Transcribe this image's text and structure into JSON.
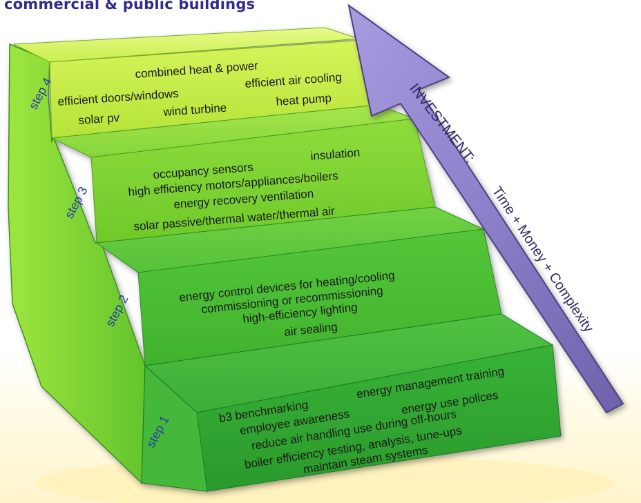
{
  "header": {
    "title": "commercial & public buildings"
  },
  "steps": [
    {
      "label": "step 4",
      "items": [
        "combined heat & power",
        "efficient doors/windows",
        "efficient air cooling",
        "solar pv",
        "wind turbine",
        "heat pump"
      ]
    },
    {
      "label": "step 3",
      "items": [
        "occupancy sensors",
        "insulation",
        "high efficiency motors/appliances/boilers",
        "energy recovery ventilation",
        "solar passive/thermal water/thermal air"
      ]
    },
    {
      "label": "step 2",
      "items": [
        "energy control devices for heating/cooling",
        "commissioning or recommissioning",
        "high-efficiency lighting",
        "air sealing"
      ]
    },
    {
      "label": "step 1",
      "items": [
        "b3 benchmarking",
        "energy management training",
        "employee awareness",
        "energy use polices",
        "reduce air handling use during off-hours",
        "boiler efficiency testing, analysis, tune-ups",
        "maintain steam systems"
      ]
    }
  ],
  "arrow": {
    "investment_label": "INVESTMENT:",
    "factors_label": "Time + Money + Complexity"
  },
  "colors": {
    "title": "#2e2b8c",
    "arrow_fill": "#8d7fc9",
    "arrow_text": "#2b2a5e",
    "step_label": "#2b3aa0",
    "item_text": "#1a1a1a"
  }
}
